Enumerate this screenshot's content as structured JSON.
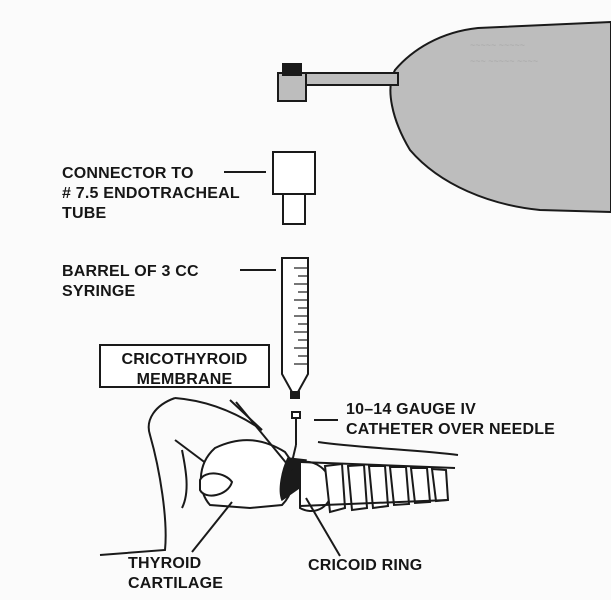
{
  "labels": {
    "connector": [
      "CONNECTOR TO",
      "# 7.5 ENDOTRACHEAL",
      "TUBE"
    ],
    "barrel": [
      "BARREL OF 3 CC",
      "SYRINGE"
    ],
    "cricothyroid": [
      "CRICOTHYROID",
      "MEMBRANE"
    ],
    "catheter": [
      "10–14 GAUGE IV",
      "CATHETER OVER NEEDLE"
    ],
    "thyroid": [
      "THYROID",
      "CARTILAGE"
    ],
    "cricoid": "CRICOID RING"
  },
  "colors": {
    "ink": "#1a1a1a",
    "bag_fill": "#bdbdbd",
    "paper": "#fbfbfb"
  }
}
